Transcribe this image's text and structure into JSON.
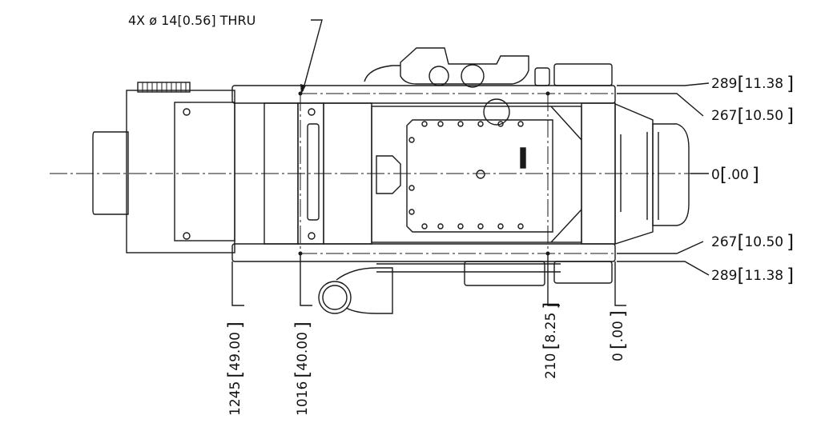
{
  "callout": {
    "note": "4X ø   14[0.56] THRU"
  },
  "right_dims": [
    {
      "mm": "289",
      "inch": "11.38"
    },
    {
      "mm": "267",
      "inch": "10.50"
    },
    {
      "mm": "0",
      "inch": ".00"
    },
    {
      "mm": "267",
      "inch": "10.50"
    },
    {
      "mm": "289",
      "inch": "11.38"
    }
  ],
  "bottom_dims": [
    {
      "mm": "1245",
      "inch": "49.00"
    },
    {
      "mm": "1016",
      "inch": "40.00"
    },
    {
      "mm": "210",
      "inch": "8.25"
    },
    {
      "mm": "0",
      "inch": ".00"
    }
  ]
}
